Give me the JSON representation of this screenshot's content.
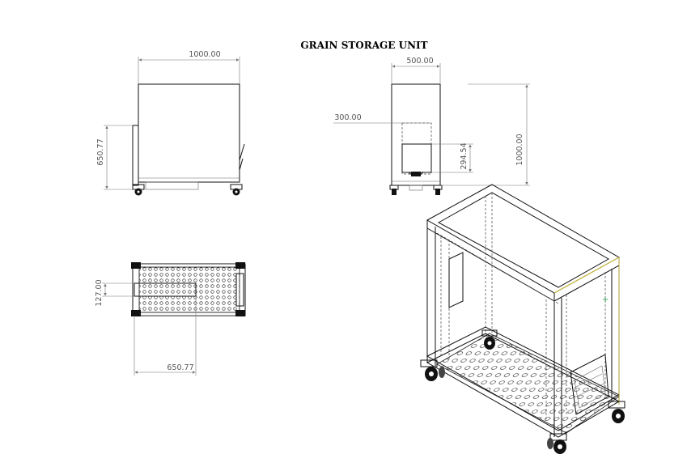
{
  "drawing": {
    "title": "GRAIN STORAGE UNIT"
  },
  "front_view": {
    "width_dim": "1000.00",
    "height_dim": "650.77"
  },
  "side_view": {
    "width_dim": "500.00",
    "opening_dim": "300.00",
    "hopper_dim": "294.54",
    "height_dim": "1000.00"
  },
  "top_view": {
    "depth_dim": "127.00",
    "length_dim": "650.77"
  }
}
